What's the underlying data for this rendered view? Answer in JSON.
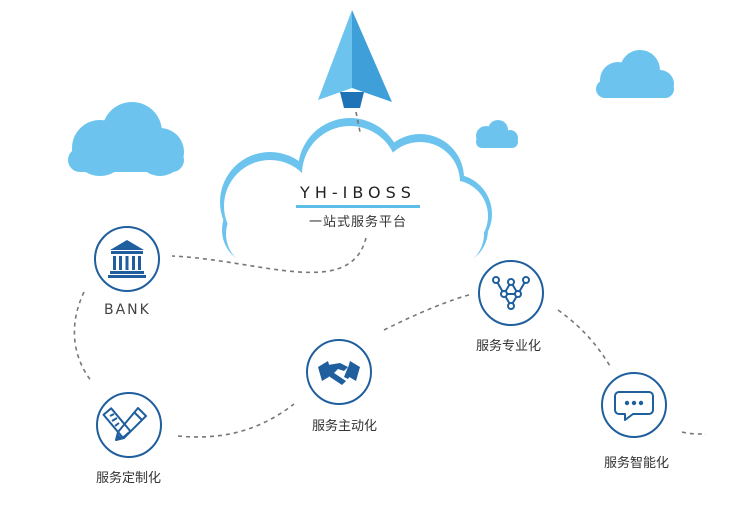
{
  "brand": {
    "title": "YH-IBOSS",
    "subtitle": "一站式服务平台"
  },
  "nodes": [
    {
      "key": "bank",
      "label": "BANK",
      "icon": "bank-icon"
    },
    {
      "key": "proactive",
      "label": "服务主动化",
      "icon": "handshake-icon"
    },
    {
      "key": "professional",
      "label": "服务专业化",
      "icon": "network-icon"
    },
    {
      "key": "customized",
      "label": "服务定制化",
      "icon": "pencil-ruler-icon"
    },
    {
      "key": "intelligent",
      "label": "服务智能化",
      "icon": "chat-bubble-icon"
    }
  ],
  "colors": {
    "cloud_blue": "#6cc4ee",
    "icon_navy": "#1f5f9e",
    "accent_blue": "#5bbde8",
    "dashed_line": "#777777"
  }
}
